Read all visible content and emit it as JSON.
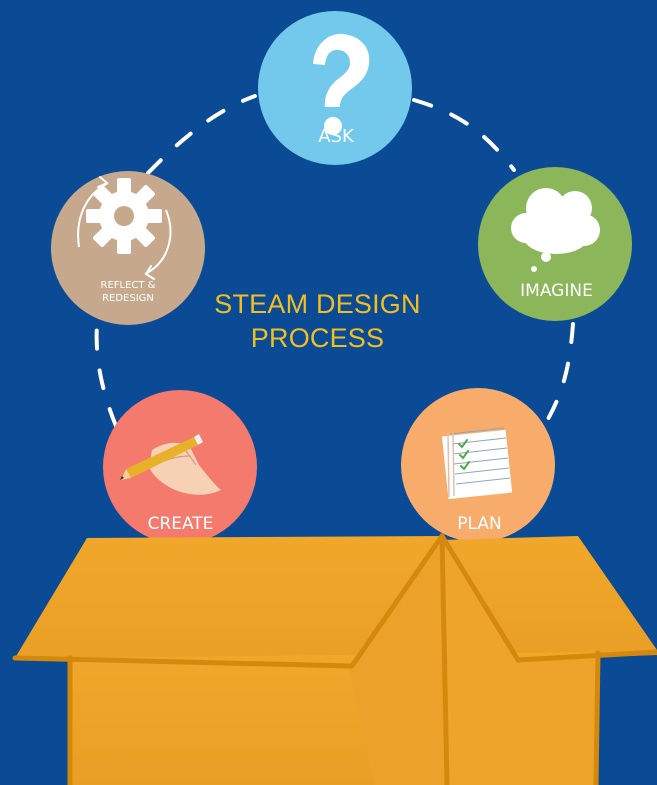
{
  "diagram": {
    "title_line_1": "STEAM DESIGN",
    "title_line_2": "PROCESS",
    "steps": [
      {
        "label": "ASK",
        "icon": "question-mark-icon"
      },
      {
        "label": "IMAGINE",
        "icon": "thought-cloud-icon"
      },
      {
        "label": "PLAN",
        "icon": "checklist-icon"
      },
      {
        "label": "CREATE",
        "icon": "hand-writing-pencil-icon"
      },
      {
        "label": "REFLECT & REDESIGN",
        "label_line_1": "REFLECT &",
        "label_line_2": "REDESIGN",
        "icon": "gear-cycle-icon"
      }
    ],
    "connector": "dashed-cycle-arrow"
  },
  "colors": {
    "background": "#0b4a94",
    "title": "#f1bf22",
    "ask": "#73c9ec",
    "imagine": "#8cb65a",
    "plan": "#f8ac6c",
    "create": "#f47a6d",
    "reflect": "#c6a98d",
    "box": "#eea42a",
    "box_line": "#d5890c",
    "connector": "#ffffff"
  }
}
